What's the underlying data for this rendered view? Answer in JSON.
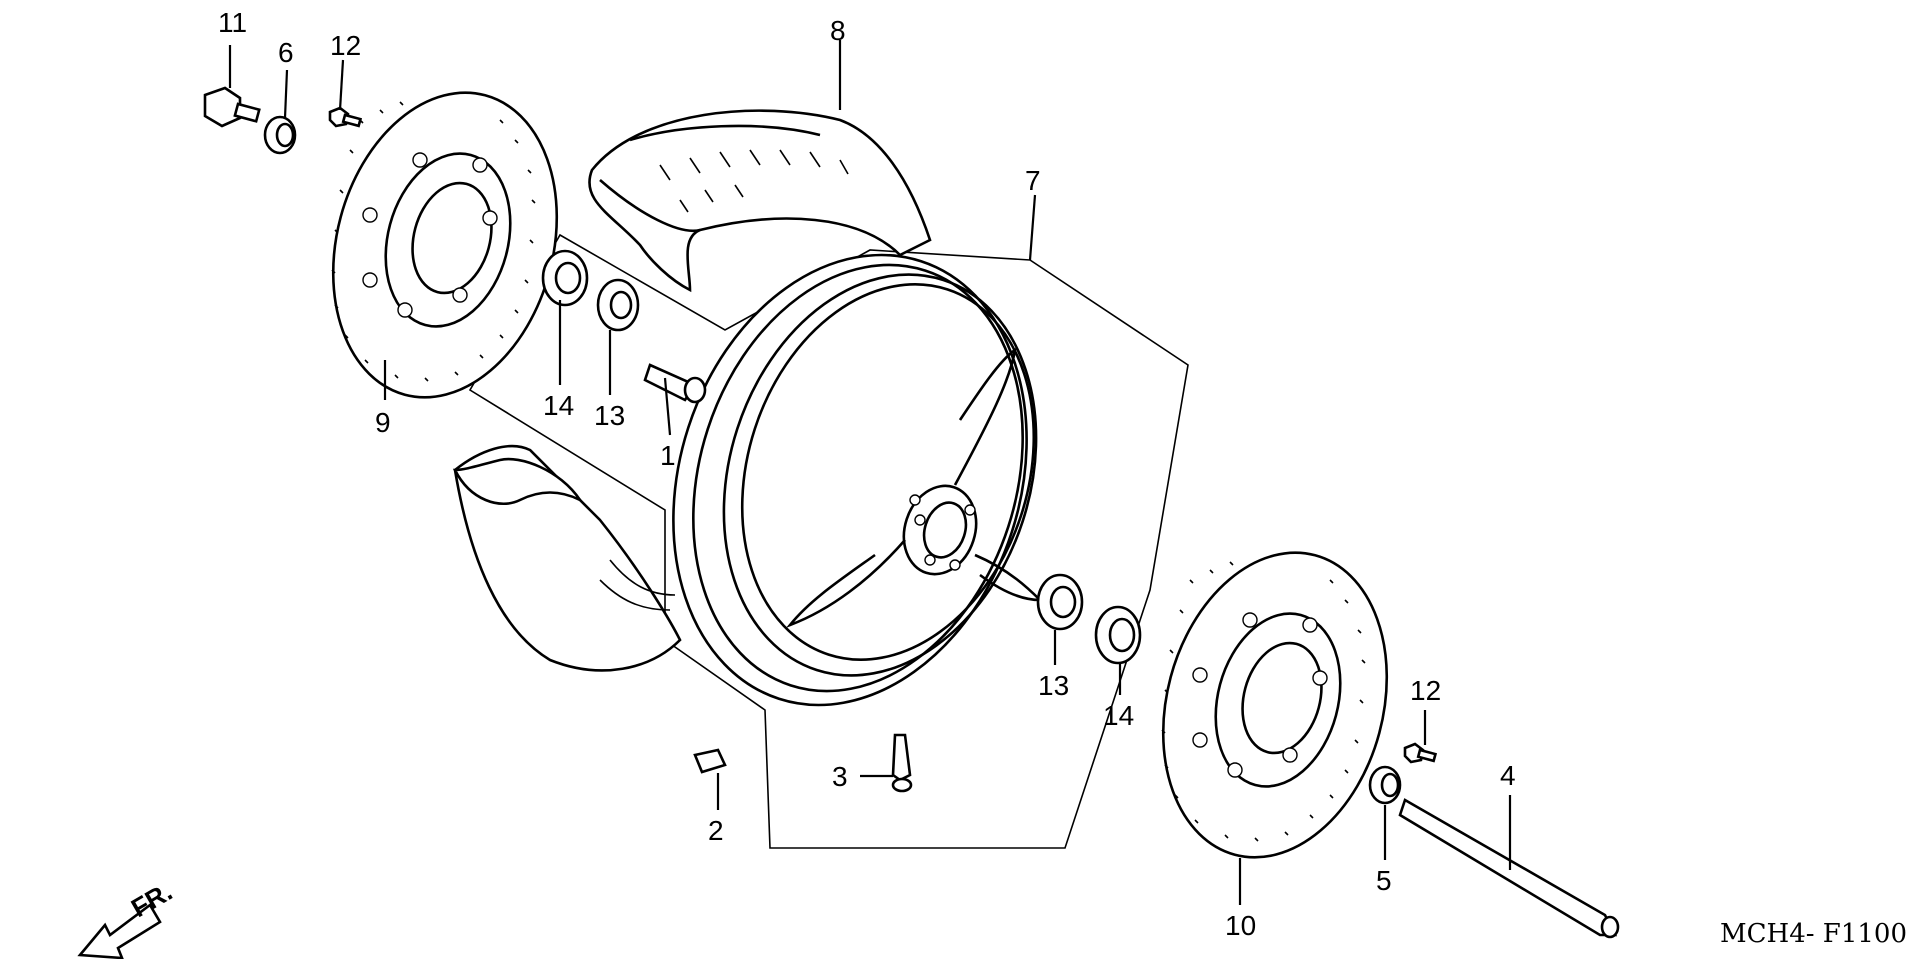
{
  "diagram": {
    "code": "MCH4- F1100",
    "direction_label": "FR.",
    "callouts": [
      {
        "id": "c1",
        "label": "1"
      },
      {
        "id": "c2",
        "label": "2"
      },
      {
        "id": "c3",
        "label": "3"
      },
      {
        "id": "c4",
        "label": "4"
      },
      {
        "id": "c5",
        "label": "5"
      },
      {
        "id": "c6",
        "label": "6"
      },
      {
        "id": "c7",
        "label": "7"
      },
      {
        "id": "c8",
        "label": "8"
      },
      {
        "id": "c9",
        "label": "9"
      },
      {
        "id": "c10",
        "label": "10"
      },
      {
        "id": "c11",
        "label": "11"
      },
      {
        "id": "c12a",
        "label": "12"
      },
      {
        "id": "c12b",
        "label": "12"
      },
      {
        "id": "c13a",
        "label": "13"
      },
      {
        "id": "c13b",
        "label": "13"
      },
      {
        "id": "c14a",
        "label": "14"
      },
      {
        "id": "c14b",
        "label": "14"
      }
    ]
  }
}
